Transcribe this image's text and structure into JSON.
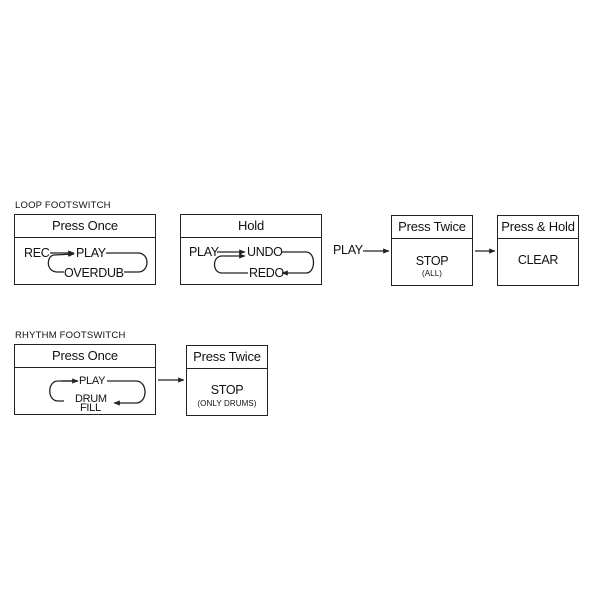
{
  "loop": {
    "title": "LOOP FOOTSWITCH",
    "press_once": {
      "header": "Press Once",
      "rec": "REC",
      "play": "PLAY",
      "overdub": "OVERDUB"
    },
    "hold": {
      "header": "Hold",
      "play": "PLAY",
      "undo": "UNDO",
      "redo": "REDO"
    },
    "play_label": "PLAY",
    "press_twice": {
      "header": "Press Twice",
      "stop": "STOP",
      "sub": "(ALL)"
    },
    "press_hold": {
      "header": "Press & Hold",
      "clear": "CLEAR"
    }
  },
  "rhythm": {
    "title": "RHYTHM FOOTSWITCH",
    "press_once": {
      "header": "Press Once",
      "play": "PLAY",
      "drum": "DRUM",
      "fill": "FILL"
    },
    "press_twice": {
      "header": "Press Twice",
      "stop": "STOP",
      "sub": "(ONLY DRUMS)"
    }
  },
  "colors": {
    "line": "#222222",
    "text": "#111111"
  }
}
